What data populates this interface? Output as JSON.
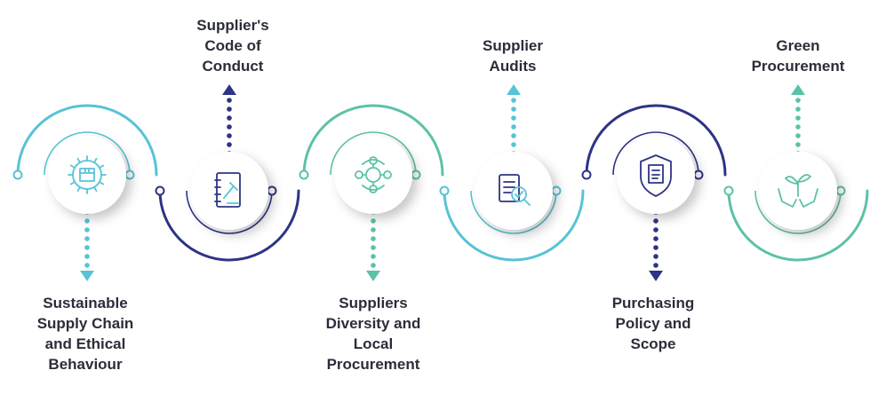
{
  "colors": {
    "teal_light": "#57c3d6",
    "teal_green": "#5cc1a8",
    "navy": "#2d3485",
    "navy_dark": "#234a8a",
    "text": "#2b2d3a"
  },
  "steps": [
    {
      "icon": "gear-box-icon",
      "lines": [
        "Sustainable",
        "Supply Chain",
        "and Ethical",
        "Behaviour"
      ],
      "color": "#57c3d6",
      "label_position": "below"
    },
    {
      "icon": "gavel-notebook-icon",
      "lines": [
        "Supplier's",
        "Code of",
        "Conduct"
      ],
      "color": "#2d3485",
      "label_position": "above"
    },
    {
      "icon": "people-network-icon",
      "lines": [
        "Suppliers",
        "Diversity and",
        "Local",
        "Procurement"
      ],
      "color": "#5cc1a8",
      "label_position": "below"
    },
    {
      "icon": "audit-document-icon",
      "lines": [
        "Supplier",
        "Audits"
      ],
      "color": "#57c3d6",
      "label_position": "above"
    },
    {
      "icon": "shield-document-icon",
      "lines": [
        "Purchasing",
        "Policy and",
        "Scope"
      ],
      "color": "#2d3485",
      "label_position": "below"
    },
    {
      "icon": "hands-plant-icon",
      "lines": [
        "Green",
        "Procurement"
      ],
      "color": "#5cc1a8",
      "label_position": "above"
    }
  ]
}
